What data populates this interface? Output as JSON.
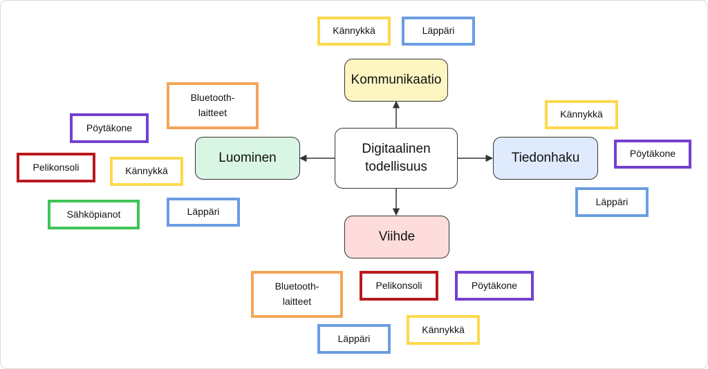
{
  "diagram": {
    "center": {
      "label": "Digitaalinen todellisuus",
      "fill": "#ffffff"
    },
    "branches": {
      "kommunikaatio": {
        "label": "Kommunikaatio",
        "fill": "#fdf6c3"
      },
      "tiedonhaku": {
        "label": "Tiedonhaku",
        "fill": "#dfeafc"
      },
      "viihde": {
        "label": "Viihde",
        "fill": "#ffdcdc"
      },
      "luominen": {
        "label": "Luominen",
        "fill": "#d9f5e3"
      }
    },
    "devices": {
      "kommunikaatio": [
        {
          "label": "Kännykkä",
          "color": "#fcd94c"
        },
        {
          "label": "Läppäri",
          "color": "#6a9de2"
        }
      ],
      "tiedonhaku": [
        {
          "label": "Kännykkä",
          "color": "#fcd94c"
        },
        {
          "label": "Pöytäkone",
          "color": "#7340d0"
        },
        {
          "label": "Läppäri",
          "color": "#6a9de2"
        }
      ],
      "luominen": [
        {
          "label": "Bluetooth-laitteet",
          "color": "#f6a458"
        },
        {
          "label": "Pöytäkone",
          "color": "#7340d0"
        },
        {
          "label": "Pelikonsoli",
          "color": "#b8191d"
        },
        {
          "label": "Kännykkä",
          "color": "#fcd94c"
        },
        {
          "label": "Sähköpianot",
          "color": "#3ec458"
        },
        {
          "label": "Läppäri",
          "color": "#6a9de2"
        }
      ],
      "viihde": [
        {
          "label": "Bluetooth-laitteet",
          "color": "#f6a458"
        },
        {
          "label": "Pelikonsoli",
          "color": "#b8191d"
        },
        {
          "label": "Pöytäkone",
          "color": "#7340d0"
        },
        {
          "label": "Läppäri",
          "color": "#6a9de2"
        },
        {
          "label": "Kännykkä",
          "color": "#fcd94c"
        }
      ]
    },
    "connector_color": "#333333"
  }
}
